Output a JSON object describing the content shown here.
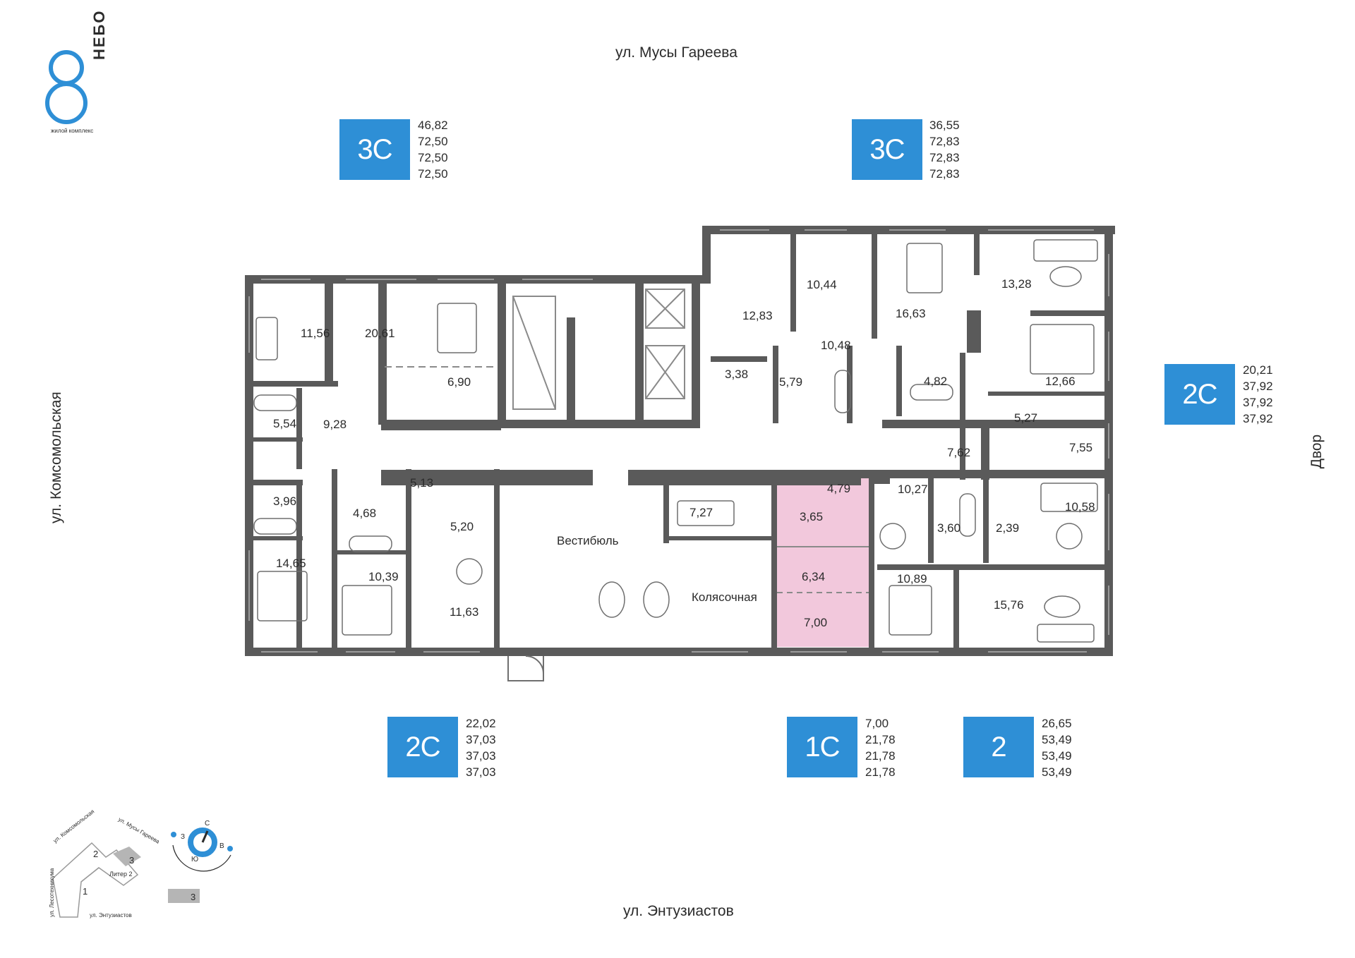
{
  "logo": {
    "name": "НЕБО",
    "subtitle": "жилой комплекс"
  },
  "streets": {
    "top": "ул. Мусы Гареева",
    "bottom": "ул. Энтузиастов",
    "left": "ул. Комсомольская",
    "right": "Двор"
  },
  "apartments": [
    {
      "type": "3С",
      "areas": [
        "46,82",
        "72,50",
        "72,50",
        "72,50"
      ]
    },
    {
      "type": "3С",
      "areas": [
        "36,55",
        "72,83",
        "72,83",
        "72,83"
      ]
    },
    {
      "type": "2С",
      "areas": [
        "20,21",
        "37,92",
        "37,92",
        "37,92"
      ]
    },
    {
      "type": "2С",
      "areas": [
        "22,02",
        "37,03",
        "37,03",
        "37,03"
      ]
    },
    {
      "type": "1С",
      "areas": [
        "7,00",
        "21,78",
        "21,78",
        "21,78"
      ]
    },
    {
      "type": "2",
      "areas": [
        "26,65",
        "53,49",
        "53,49",
        "53,49"
      ]
    }
  ],
  "rooms": {
    "r11_56": "11,56",
    "r20_61": "20,61",
    "r6_90": "6,90",
    "r5_54": "5,54",
    "r9_28": "9,28",
    "r3_96": "3,96",
    "r4_68": "4,68",
    "r5_13": "5,13",
    "r5_20": "5,20",
    "r14_65": "14,65",
    "r10_39": "10,39",
    "r11_63": "11,63",
    "r12_83": "12,83",
    "r10_44": "10,44",
    "r16_63": "16,63",
    "r13_28": "13,28",
    "r10_48": "10,48",
    "r3_38": "3,38",
    "r5_79": "5,79",
    "r4_82": "4,82",
    "r12_66": "12,66",
    "r5_27": "5,27",
    "r7_62": "7,62",
    "r7_55": "7,55",
    "r10_27": "10,27",
    "r4_79": "4,79",
    "r3_65": "3,65",
    "r7_27": "7,27",
    "r6_34": "6,34",
    "r7_00": "7,00",
    "r3_60": "3,60",
    "r2_39": "2,39",
    "r10_58": "10,58",
    "r10_89": "10,89",
    "r15_76": "15,76",
    "lobby": "Вестибюль",
    "stroller": "Колясочная"
  },
  "mini_map": {
    "street_komsomolskaya": "ул. Комсомольская",
    "street_gareeva": "ул. Мусы Гареева",
    "street_lesotekhnikuma": "ул. Лесотехникума",
    "street_entuziastov": "ул. Энтузиастов",
    "building_label": "Литер 2",
    "section_1": "1",
    "section_2": "2",
    "section_3": "3",
    "section_3_legend": "3",
    "compass": {
      "n": "С",
      "s": "Ю",
      "w": "З",
      "e": "В"
    }
  },
  "colors": {
    "accent": "#2e8fd6",
    "highlight": "#f2c8dc",
    "wall": "#5a5a5a"
  }
}
